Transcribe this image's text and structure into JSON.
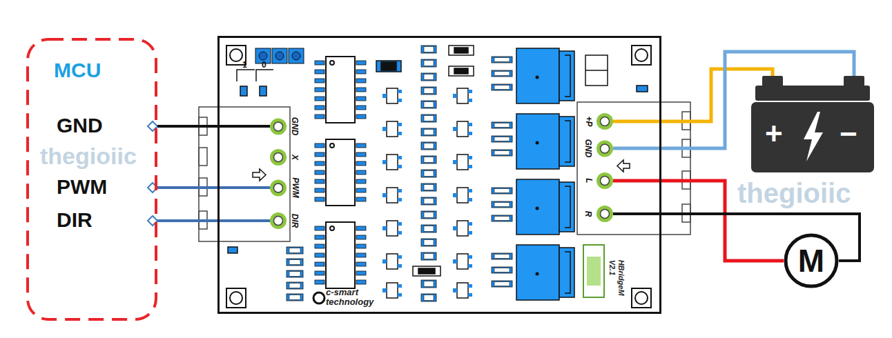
{
  "diagram": {
    "nodes": [
      {
        "text": [
          "MCU"
        ]
      },
      {
        "text": [
          "c-smart technology",
          "HBridgeM V2.1"
        ]
      },
      {
        "text": [
          "GND"
        ],
        "in": 1
      },
      {
        "text": [
          "X"
        ],
        "in": 1
      },
      {
        "text": [
          "PWM"
        ],
        "in": 1
      },
      {
        "text": [
          "DIR"
        ],
        "in": 1
      },
      {
        "text": [
          "+P"
        ],
        "in": 1
      },
      {
        "text": [
          "GND"
        ],
        "in": 1
      },
      {
        "text": [
          "L"
        ],
        "in": 1
      },
      {
        "text": [
          "R"
        ],
        "in": 1
      },
      {
        "text": [
          "+",
          "−"
        ]
      },
      {
        "text": [
          "M"
        ]
      }
    ],
    "edges": [
      {
        "from": 0,
        "to": 2,
        "arrow": "none"
      },
      {
        "from": 0,
        "to": 4,
        "arrow": "none"
      },
      {
        "from": 0,
        "to": 5,
        "arrow": "none"
      },
      {
        "from": 6,
        "to": 10,
        "arrow": "none"
      },
      {
        "from": 7,
        "to": 10,
        "arrow": "none"
      },
      {
        "from": 8,
        "to": 11,
        "arrow": "none"
      },
      {
        "from": 9,
        "to": 11,
        "arrow": "none"
      }
    ],
    "labels": [
      "GND",
      "PWM",
      "DIR",
      "1",
      "0",
      "thegioiic",
      "thegioiic"
    ]
  }
}
